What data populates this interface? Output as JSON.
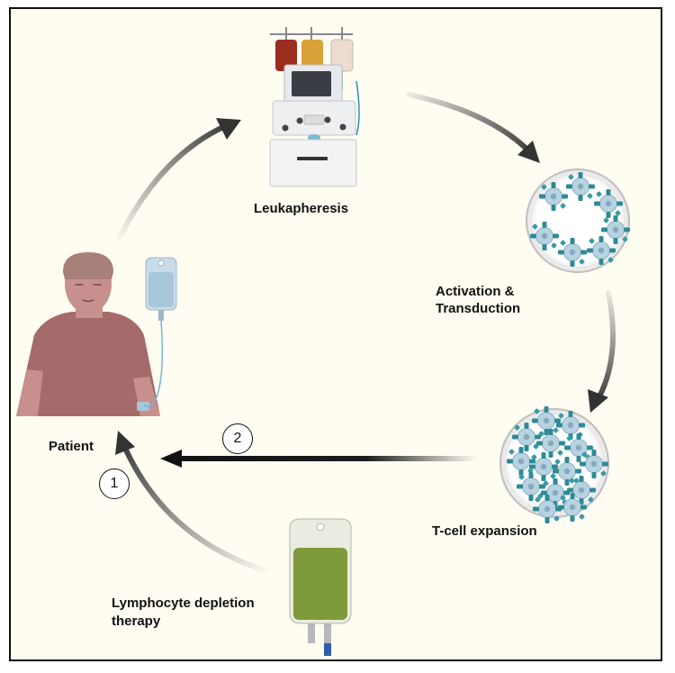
{
  "diagram": {
    "labels": {
      "leukapheresis": "Leukapheresis",
      "activation_line1": "Activation &",
      "activation_line2": "Transduction",
      "expansion": "T-cell expansion",
      "patient": "Patient",
      "depletion_line1": "Lymphocyte depletion",
      "depletion_line2": "therapy"
    },
    "steps": {
      "step1": "1",
      "step2": "2"
    },
    "colors": {
      "frame_border": "#111111",
      "background": "#fffdf2",
      "skin": "#c8908c",
      "shirt": "#a56a6a",
      "iv_fluid": "#a9c6da",
      "bag_fluid": "#7e9a3c",
      "cell_body": "#b7d2e0",
      "receptor": "#2e8a96",
      "arrow": "#333333"
    }
  }
}
